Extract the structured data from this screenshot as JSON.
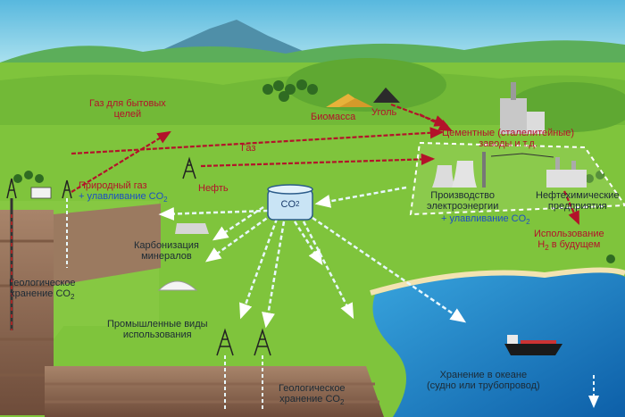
{
  "labels": {
    "household_gas": [
      "Газ для бытовых",
      "целей"
    ],
    "gas": "Газ",
    "biomass": "Биомасса",
    "coal": "Уголь",
    "cement": [
      "Цементные (сталелитейные)",
      "заводы и т.д."
    ],
    "natural_gas": "Природный газ",
    "capture_1": "+ улавливание CO",
    "oil": "Нефть",
    "power": [
      "Производство",
      "электроэнергии"
    ],
    "petrochem": [
      "Нефтехимические",
      "предприятия"
    ],
    "capture_2": "+ улавливание CO",
    "hydrogen_1": "Использование",
    "hydrogen_2": "в будущем",
    "co2": "CO",
    "mineral": [
      "Карбонизация",
      "минералов"
    ],
    "geo_left": [
      "Геологическое",
      "хранение CO"
    ],
    "industrial": [
      "Промышленные виды",
      "использования"
    ],
    "geo_bottom": [
      "Геологическое",
      "хранение CO"
    ],
    "ocean": [
      "Хранение в океане",
      "(судно или трубопровод)"
    ],
    "sub2": "2"
  },
  "colors": {
    "sky": "#6fc7e4",
    "grass": "#7cc33a",
    "sea": "#2a8fd0",
    "arrow_red": "#b3122a",
    "arrow_co2": "#e8f8ff",
    "label_red": "#b3122a",
    "label_blue": "#1d4fc4"
  }
}
